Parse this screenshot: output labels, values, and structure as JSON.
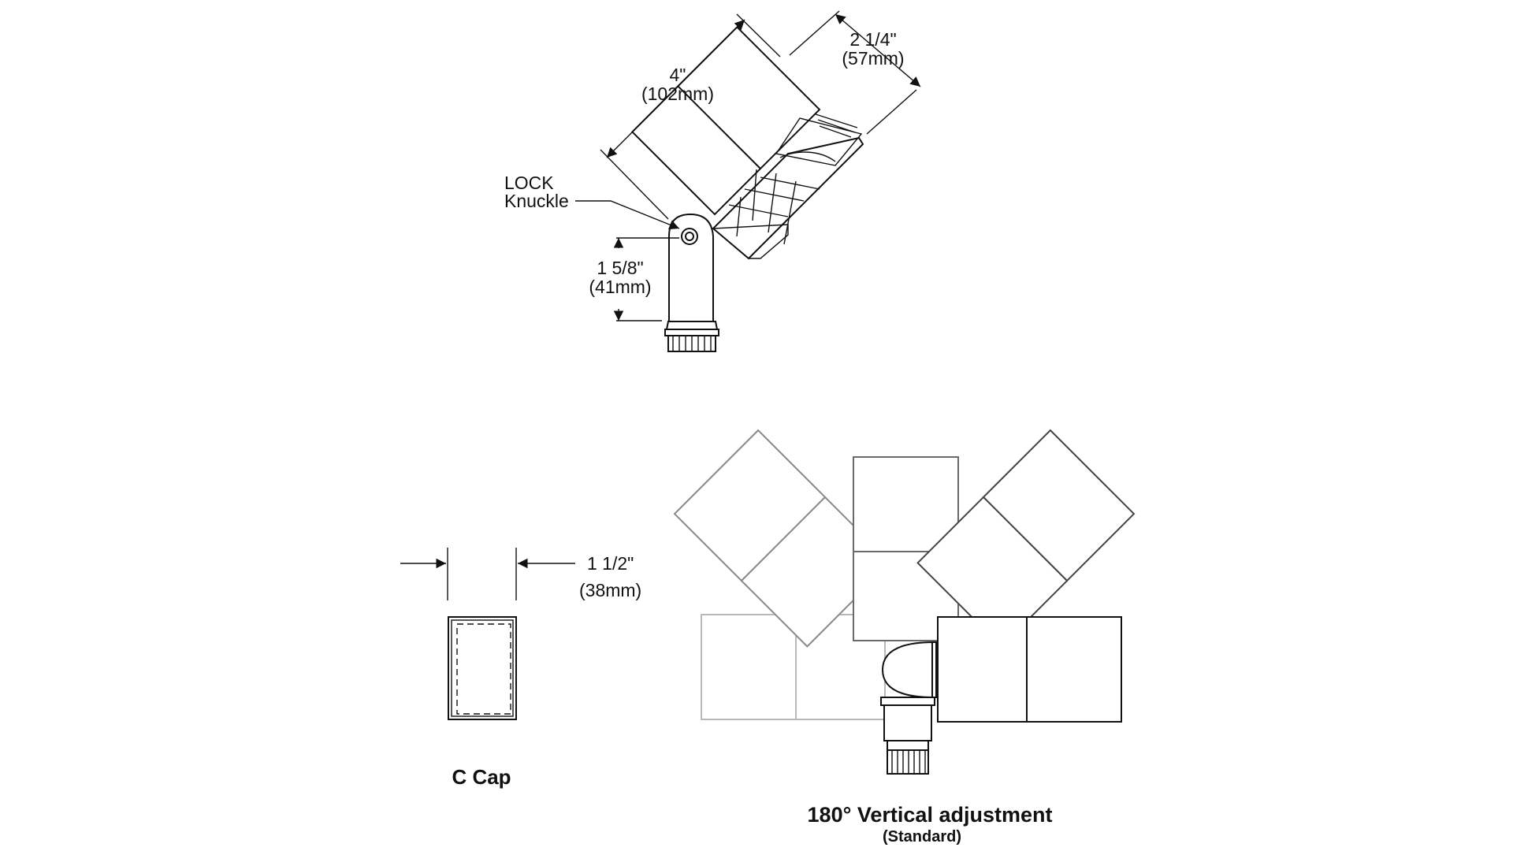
{
  "top_view": {
    "length_dim": {
      "line1": "4\"",
      "line2": "(102mm)"
    },
    "width_dim": {
      "line1": "2 1/4\"",
      "line2": "(57mm)"
    },
    "lock_label": {
      "line1": "LOCK",
      "line2": "Knuckle"
    },
    "height_dim": {
      "line1": "1 5/8\"",
      "line2": "(41mm)"
    }
  },
  "cap_view": {
    "width_dim": {
      "line1": "1 1/2\"",
      "line2": "(38mm)"
    },
    "caption": "C Cap"
  },
  "adjust_view": {
    "caption": "180° Vertical adjustment",
    "subcaption": "(Standard)"
  },
  "colors": {
    "line": "#111111",
    "ghost_light": "#b8b8b8",
    "ghost_mid": "#8a8a8a"
  }
}
